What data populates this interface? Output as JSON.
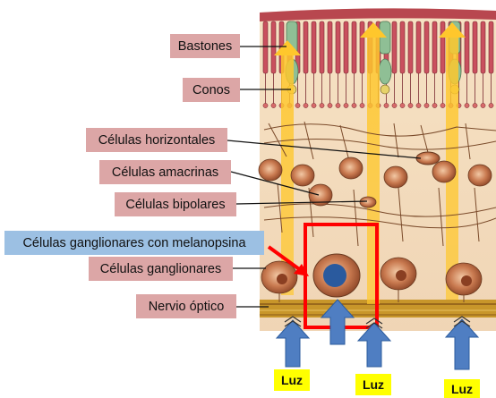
{
  "labels": {
    "bastones": "Bastones",
    "conos": "Conos",
    "horizontales": "Células horizontales",
    "amacrinas": "Células amacrinas",
    "bipolares": "Células bipolares",
    "melanopsina": "Células ganglionares con melanopsina",
    "ganglionares": "Células ganglionares",
    "nervio": "Nervio óptico"
  },
  "light": {
    "luz_1": "Luz",
    "luz_2": "Luz",
    "luz_3": "Luz"
  },
  "colors": {
    "label_box": "#dca6a6",
    "highlight_label_box": "#9cc0e3",
    "highlight_frame": "#ff0000",
    "light_arrow": "#4f7ec2",
    "light_beam": "#ffc72c",
    "luz_box": "#ffff00",
    "rod": "#c9505e",
    "cone": "#8fbf95",
    "cell_body": "#bf6a3c",
    "melanopsin_nucleus": "#2a5a9e"
  }
}
